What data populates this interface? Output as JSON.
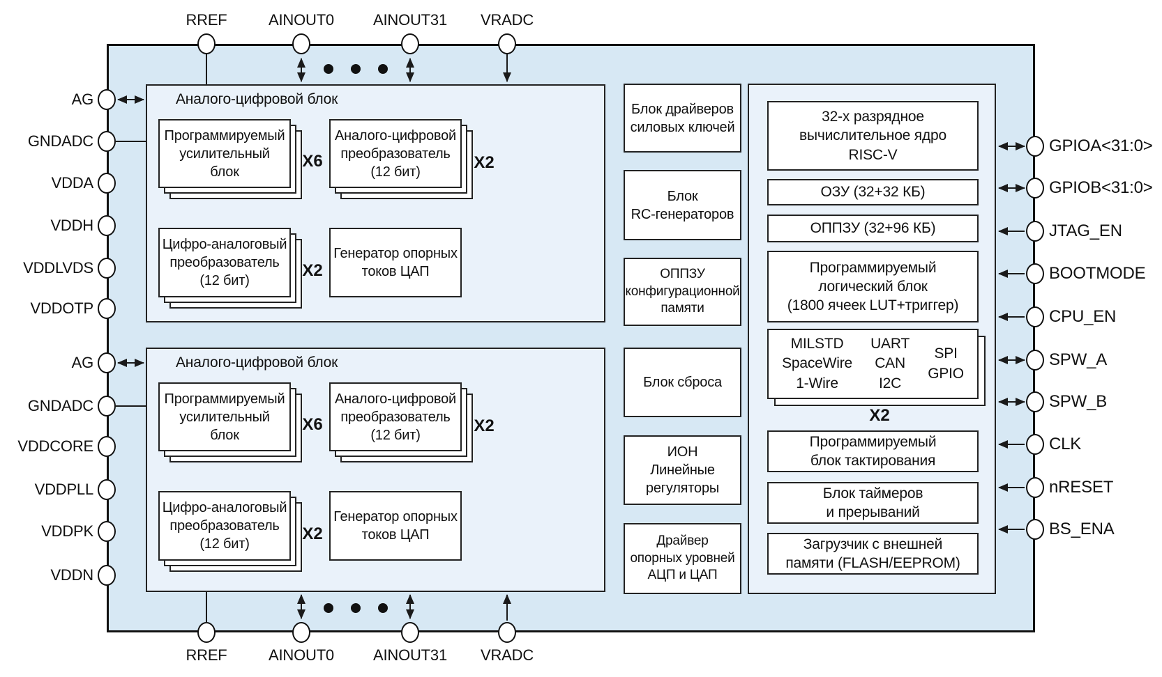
{
  "pins": {
    "top": [
      "RREF",
      "AINOUT0",
      "AINOUT31",
      "VRADC"
    ],
    "bottom": [
      "RREF",
      "AINOUT0",
      "AINOUT31",
      "VRADC"
    ],
    "left": [
      "AG",
      "GNDADC",
      "VDDA",
      "VDDH",
      "VDDLVDS",
      "VDDOTP",
      "AG",
      "GNDADC",
      "VDDCORE",
      "VDDPLL",
      "VDDPK",
      "VDDN"
    ],
    "right": [
      "GPIOA<31:0>",
      "GPIOB<31:0>",
      "JTAG_EN",
      "BOOTMODE",
      "CPU_EN",
      "SPW_A",
      "SPW_B",
      "CLK",
      "nRESET",
      "BS_ENA"
    ]
  },
  "analog1": {
    "title": "Аналого-цифровой блок",
    "amp": [
      "Программируемый",
      "усилительный",
      "блок"
    ],
    "amp_mult": "X6",
    "adc": [
      "Аналого-цифровой",
      "преобразователь",
      "(12 бит)"
    ],
    "adc_mult": "X2",
    "dac": [
      "Цифро-аналоговый",
      "преобразователь",
      "(12 бит)"
    ],
    "dac_mult": "X2",
    "refgen": [
      "Генератор опорных",
      "токов ЦАП"
    ]
  },
  "analog2": {
    "title": "Аналого-цифровой блок",
    "amp": [
      "Программируемый",
      "усилительный",
      "блок"
    ],
    "amp_mult": "X6",
    "adc": [
      "Аналого-цифровой",
      "преобразователь",
      "(12 бит)"
    ],
    "adc_mult": "X2",
    "dac": [
      "Цифро-аналоговый",
      "преобразователь",
      "(12 бит)"
    ],
    "dac_mult": "X2",
    "refgen": [
      "Генератор опорных",
      "токов ЦАП"
    ]
  },
  "mid": {
    "drivers": [
      "Блок драйверов",
      "силовых ключей"
    ],
    "rc": [
      "Блок",
      "RC-генераторов"
    ],
    "cfg": [
      "ОППЗУ",
      "конфигурационной",
      "памяти"
    ],
    "reset": "Блок сброса",
    "ion": [
      "ИОН",
      "Линейные",
      "регуляторы"
    ],
    "refdrv": [
      "Драйвер",
      "опорных уровней",
      "АЦП и ЦАП"
    ]
  },
  "cpu": {
    "core": [
      "32-х разрядное",
      "вычислительное ядро",
      "RISC-V"
    ],
    "ram": "ОЗУ (32+32 КБ)",
    "rom": "ОППЗУ (32+96 КБ)",
    "plb": [
      "Программируемый",
      "логический блок",
      "(1800 ячеек LUT+триггер)"
    ],
    "comms_col1": [
      "MILSTD",
      "SpaceWire",
      "1-Wire"
    ],
    "comms_col2": [
      "UART",
      "CAN",
      "I2C"
    ],
    "comms_col3": [
      "SPI",
      "GPIO"
    ],
    "comms_mult": "X2",
    "clkblk": [
      "Программируемый",
      "блок тактирования"
    ],
    "timers": [
      "Блок таймеров",
      "и прерываний"
    ],
    "boot": [
      "Загрузчик с внешней",
      "памяти (FLASH/EEPROM)"
    ]
  },
  "colors": {
    "chip_bg": "#d7e8f4",
    "panel_bg": "#eaf2fa",
    "box_bg": "#ffffff",
    "line": "#1a1a1a"
  }
}
